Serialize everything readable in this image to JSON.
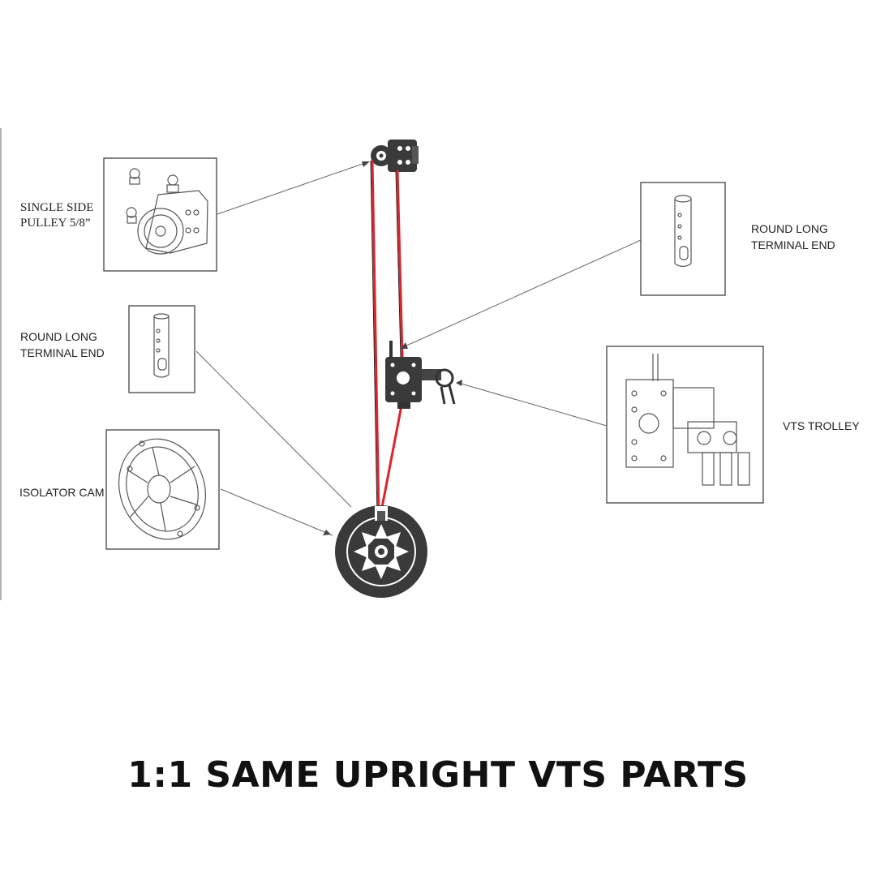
{
  "labels": {
    "pulley": [
      "SINGLE SIDE",
      "PULLEY 5/8”"
    ],
    "terminal_left": [
      "ROUND LONG",
      "TERMINAL END"
    ],
    "isolator": [
      "ISOLATOR CAM"
    ],
    "terminal_right": [
      "ROUND LONG",
      "TERMINAL END"
    ],
    "trolley": [
      "VTS TROLLEY"
    ]
  },
  "caption": "1:1 SAME UPRIGHT VTS PARTS",
  "colors": {
    "cable": "#e0222a",
    "ink": "#222222",
    "part": "#3a3a3a"
  }
}
